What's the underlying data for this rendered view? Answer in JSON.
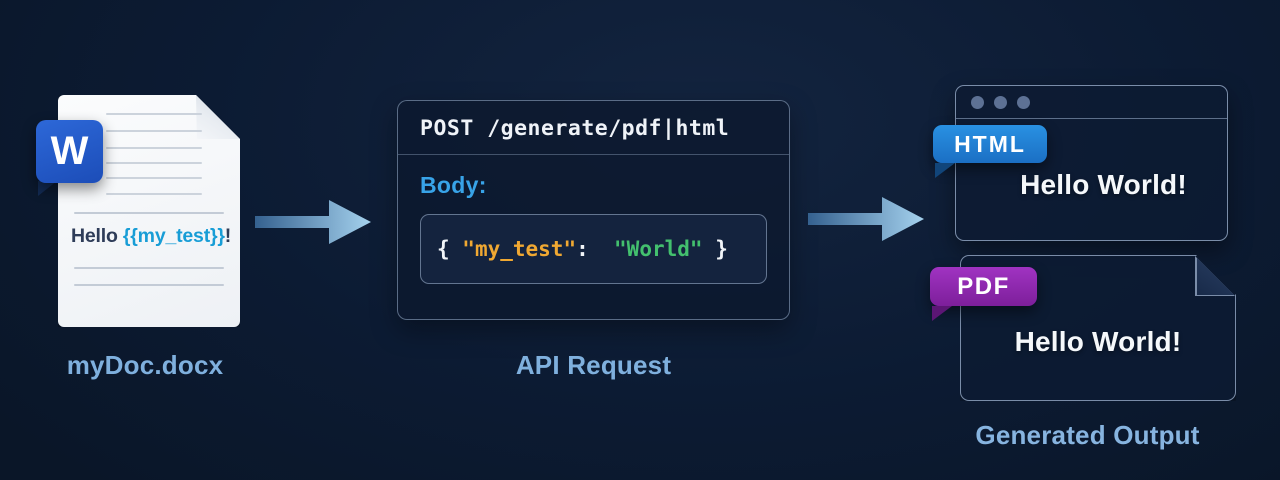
{
  "source": {
    "app_letter": "W",
    "doc_text_prefix": "Hello ",
    "doc_text_variable": "{{my_test}}",
    "doc_text_suffix": "!",
    "label": "myDoc.docx"
  },
  "api": {
    "request_line": "POST /generate/pdf|html",
    "body_label": "Body:",
    "code": {
      "brace_open": "{ ",
      "key": "\"my_test\"",
      "separator": ":  ",
      "value": "\"World\"",
      "brace_close": " }"
    },
    "label": "API Request"
  },
  "output": {
    "html": {
      "badge": "HTML",
      "content": "Hello World!"
    },
    "pdf": {
      "badge": "PDF",
      "content": "Hello World!"
    },
    "label": "Generated Output"
  },
  "colors": {
    "background": "#0b1930",
    "accent_blue": "#38a3e8",
    "label_blue": "#7fb0de",
    "template_variable_cyan": "#189dd6",
    "code_key_orange": "#f0a832",
    "code_value_green": "#43c06e",
    "html_badge_blue": "#1f7fd4",
    "pdf_badge_purple": "#8e24a8",
    "word_badge_blue": "#1f56c4",
    "arrow_gradient_start": "#35618f",
    "arrow_gradient_end": "#a5d2ee"
  }
}
